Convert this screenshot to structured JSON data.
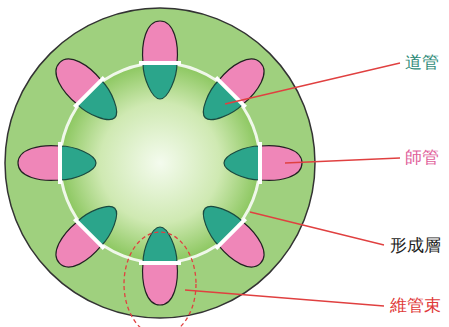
{
  "diagram": {
    "labels": [
      "道管",
      "師管",
      "形成層",
      "維管束"
    ]
  }
}
